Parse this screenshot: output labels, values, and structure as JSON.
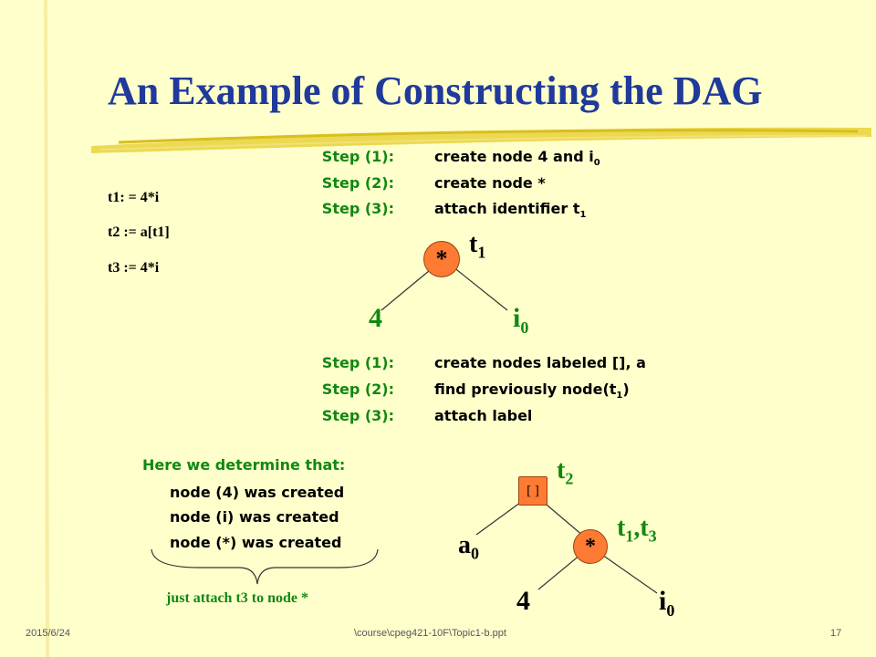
{
  "slide": {
    "title": "An Example of Constructing the DAG",
    "code_lines": [
      "t1: = 4*i",
      "t2 := a[t1]",
      "t3 := 4*i"
    ],
    "steps_group1": [
      {
        "label": "Step (1):",
        "text": "create node 4 and i",
        "sub": "0"
      },
      {
        "label": "Step (2):",
        "text": "create node *",
        "sub": ""
      },
      {
        "label": "Step (3):",
        "text": "attach identifier t",
        "sub": "1"
      }
    ],
    "steps_group2": [
      {
        "label": "Step (1):",
        "text": "create nodes labeled [], a",
        "sub": "",
        "after": ""
      },
      {
        "label": "Step (2):",
        "text": "find previously node(t",
        "sub": "1",
        "after": ")"
      },
      {
        "label": "Step (3):",
        "text": "attach label",
        "sub": "",
        "after": ""
      }
    ],
    "dag1": {
      "root_symbol": "*",
      "root_id": {
        "base": "t",
        "sub": "1"
      },
      "left_leaf": "4",
      "right_leaf": {
        "base": "i",
        "sub": "0"
      }
    },
    "dag2": {
      "root_symbol": "[ ]",
      "root_id": {
        "base": "t",
        "sub": "2"
      },
      "mid_symbol": "*",
      "mid_ids": {
        "a": "t",
        "a_sub": "1",
        "sep": ",",
        "b": "t",
        "b_sub": "3"
      },
      "left_leaf": {
        "base": "a",
        "sub": "0"
      },
      "bottom_left_leaf": "4",
      "bottom_right_leaf": {
        "base": "i",
        "sub": "0"
      }
    },
    "note": {
      "heading": "Here we determine that:",
      "lines": [
        "node (4) was created",
        "node (i) was created",
        "node (*) was created"
      ],
      "conclusion": "just attach t3 to node *"
    },
    "footer": {
      "date": "2015/6/24",
      "path": "\\course\\cpeg421-10F\\Topic1-b.ppt",
      "page": "17"
    },
    "colors": {
      "background": "#FFFFCC",
      "title": "#1F3A9A",
      "green": "#118811",
      "node_fill": "#FF7A33",
      "brush": "#E8D23A"
    }
  }
}
